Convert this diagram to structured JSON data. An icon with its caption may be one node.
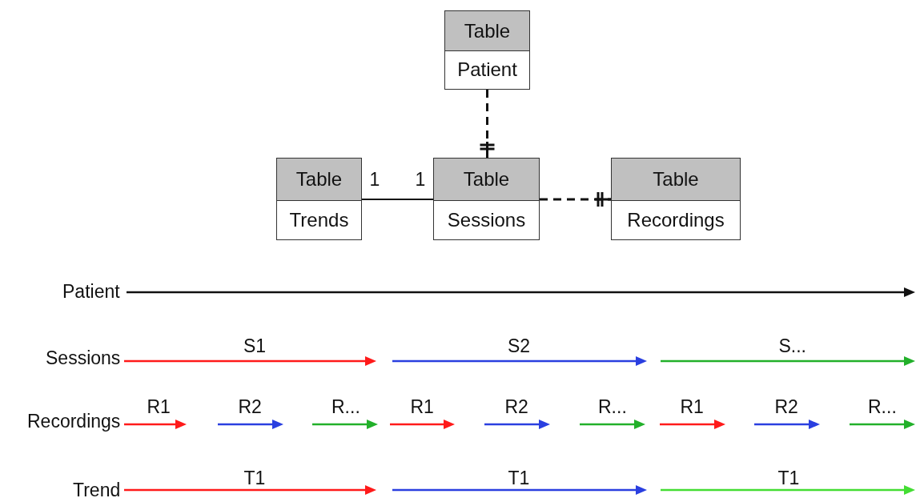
{
  "diagram": {
    "nodes": [
      {
        "text": [
          "Table",
          "Patient"
        ]
      },
      {
        "text": [
          "Table",
          "Trends"
        ]
      },
      {
        "text": [
          "Table",
          "Sessions"
        ]
      },
      {
        "text": [
          "Table",
          "Recordings"
        ]
      }
    ],
    "edges": [
      {
        "from": 0,
        "to": 2,
        "arrow": "other",
        "style": "dashed"
      },
      {
        "from": 1,
        "to": 2,
        "arrow": "none"
      },
      {
        "from": 2,
        "to": 3,
        "arrow": "other",
        "style": "dashed"
      }
    ],
    "labels": [
      "1",
      "1",
      "Patient",
      "S1",
      "S2",
      "S...",
      "Sessions",
      "R1",
      "R2",
      "R...",
      "R1",
      "R2",
      "R...",
      "R1",
      "R2",
      "R...",
      "Recordings",
      "T1",
      "T1",
      "T1",
      "Trend"
    ]
  }
}
